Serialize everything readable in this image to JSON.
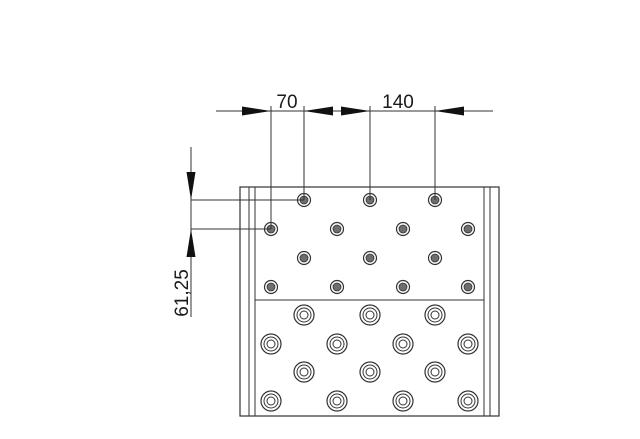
{
  "dimensions": {
    "horizontal_left": "70",
    "horizontal_right": "140",
    "vertical": "61,25"
  },
  "colors": {
    "line": "#333333",
    "background": "#ffffff",
    "hole_fill": "#6e6e6e"
  }
}
